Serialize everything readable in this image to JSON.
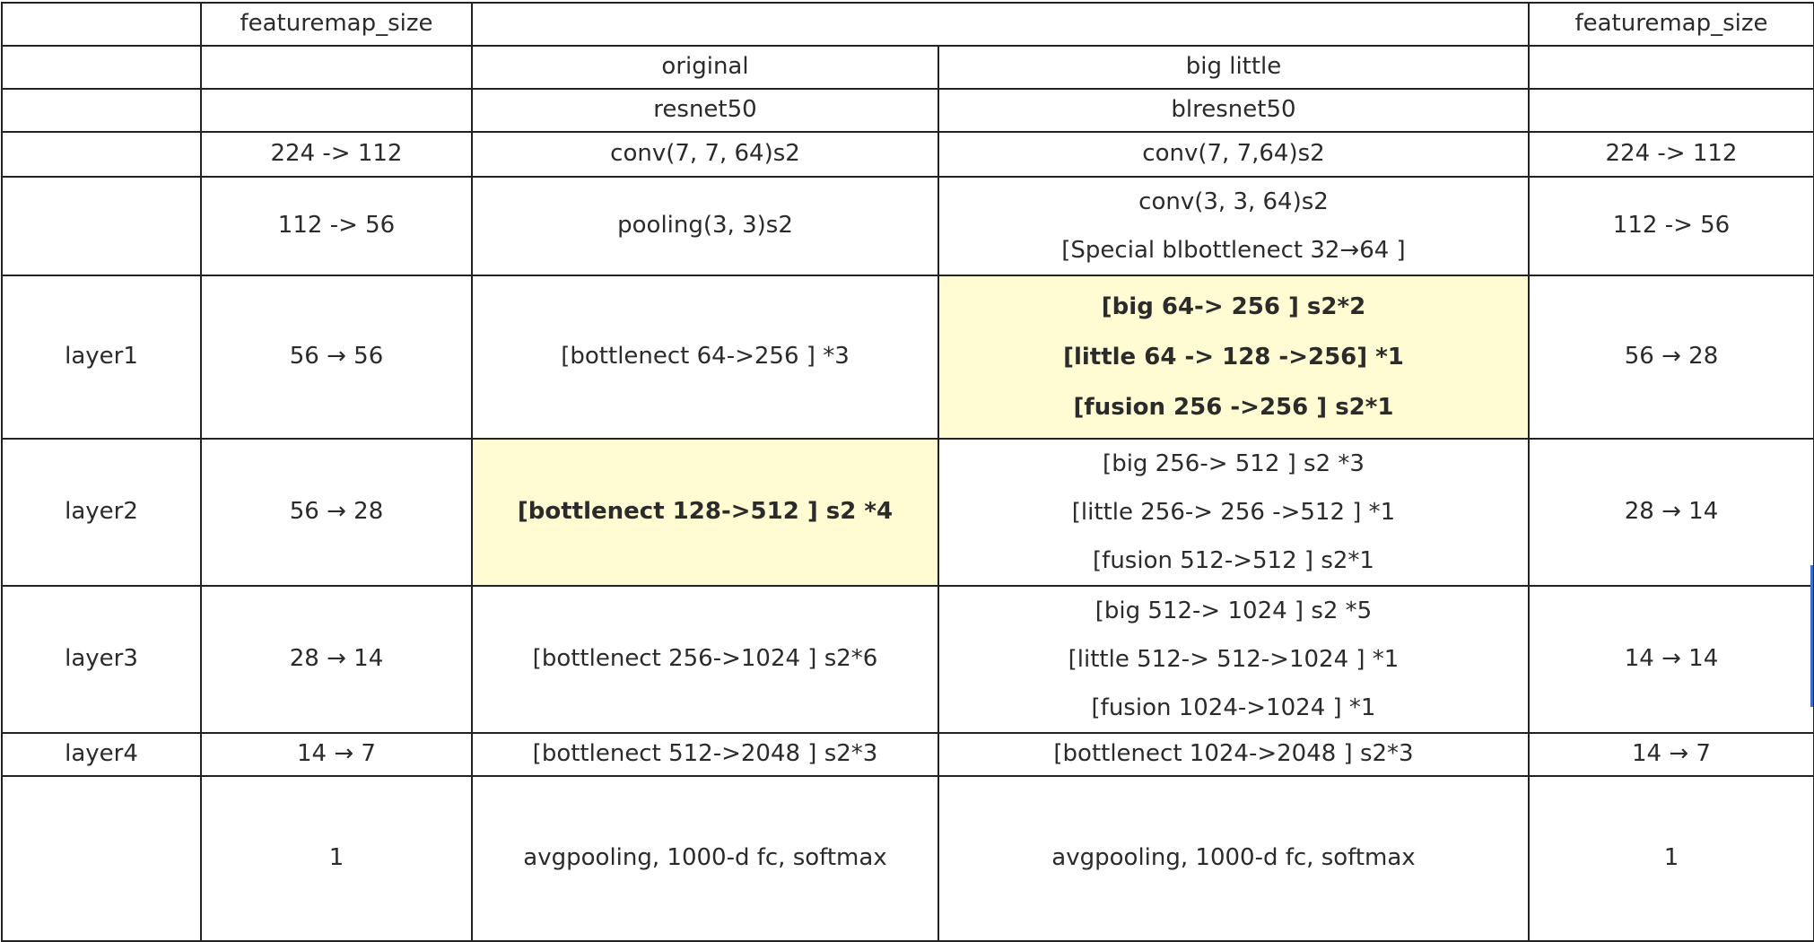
{
  "table": {
    "header": {
      "row1": {
        "left_fm": "featuremap_size",
        "right_fm": "featuremap_size"
      },
      "row2": {
        "original": "original",
        "big_little": "big little"
      },
      "row3": {
        "resnet": "resnet50",
        "blresnet": "blresnet50"
      }
    },
    "rows": [
      {
        "layer": "",
        "fm_left": "224 -> 112",
        "original": "conv(7, 7, 64)s2",
        "bl": [
          "conv(7, 7,64)s2"
        ],
        "fm_right": "224 -> 112"
      },
      {
        "layer": "",
        "fm_left": "112 -> 56",
        "original": "pooling(3, 3)s2",
        "bl": [
          "conv(3, 3, 64)s2",
          "[Special blbottlenect 32→64 ]"
        ],
        "fm_right": "112 -> 56"
      },
      {
        "layer": "layer1",
        "fm_left": "56 → 56",
        "original": "[bottlenect 64->256 ] *3",
        "bl": [
          "[big 64-> 256 ] s2*2",
          "[little 64 -> 128 ->256] *1",
          "[fusion 256 ->256 ] s2*1"
        ],
        "fm_right": "56 → 28"
      },
      {
        "layer": "layer2",
        "fm_left": "56 → 28",
        "original": "[bottlenect 128->512 ] s2 *4",
        "bl": [
          "[big 256-> 512 ] s2 *3",
          "[little 256-> 256 ->512 ] *1",
          "[fusion 512->512 ] s2*1"
        ],
        "fm_right": "28 → 14"
      },
      {
        "layer": "layer3",
        "fm_left": "28 → 14",
        "original": "[bottlenect 256->1024 ] s2*6",
        "bl": [
          "[big 512-> 1024 ] s2 *5",
          "[little 512-> 512->1024 ] *1",
          "[fusion 1024->1024 ] *1"
        ],
        "fm_right": "14 → 14"
      },
      {
        "layer": "layer4",
        "fm_left": "14 → 7",
        "original": "[bottlenect 512->2048 ] s2*3",
        "bl": [
          "[bottlenect 1024->2048 ] s2*3"
        ],
        "fm_right": "14 → 7"
      },
      {
        "layer": "",
        "fm_left": "1",
        "original": "avgpooling, 1000-d fc, softmax",
        "bl": [
          "avgpooling, 1000-d fc, softmax"
        ],
        "fm_right": "1"
      }
    ]
  },
  "highlight_color": "#fffbd2"
}
